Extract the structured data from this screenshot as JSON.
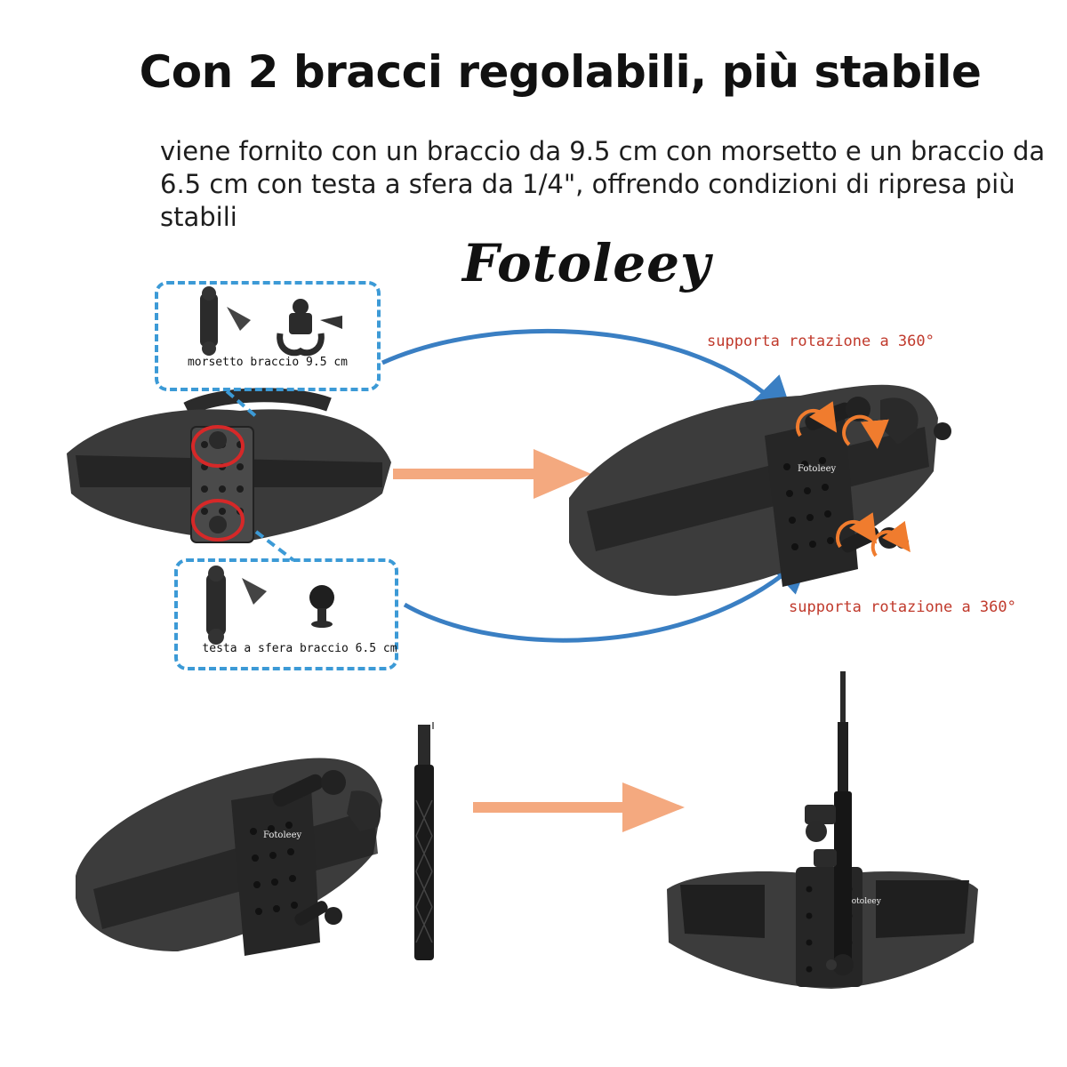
{
  "heading": "Con 2 bracci regolabili, più stabile",
  "description": "viene fornito con un braccio da 9.5 cm con morsetto e un braccio da 6.5 cm con testa a sfera da 1/4\", offrendo condizioni di ripresa più stabili",
  "brand": "Fotoleey",
  "plate_brand": "Fotoleey",
  "accessories": {
    "top_caption": "morsetto braccio 9.5 cm",
    "bottom_caption": "testa a sfera braccio 6.5 cm"
  },
  "rotation_labels": {
    "top": "supporta rotazione a 360°",
    "bottom": "supporta rotazione a 360°"
  },
  "colors": {
    "dash_blue": "#3c9ad6",
    "arrow_orange": "#f4a97f",
    "highlight_red": "#d62828",
    "rotation_orange": "#f07c2e",
    "label_red": "#c0392b"
  },
  "icons": [
    "clamp-arm-icon",
    "ball-head-icon",
    "belt-icon",
    "extension-pole-icon",
    "arrow-right-icon",
    "curved-arrow-icon",
    "rotation-arrow-icon"
  ]
}
